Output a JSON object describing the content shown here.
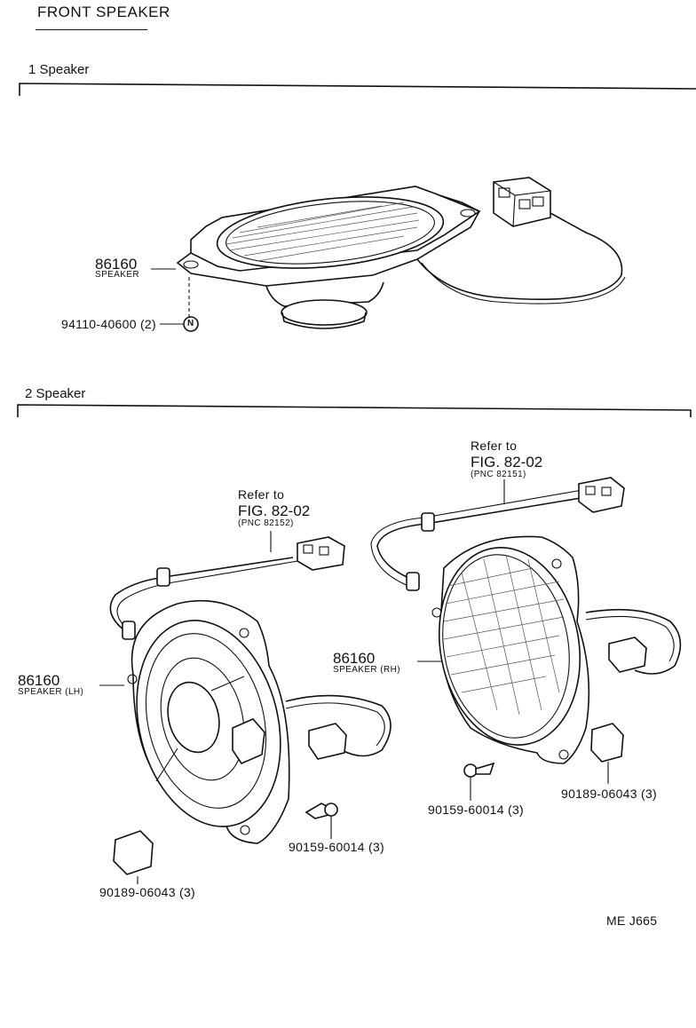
{
  "header": {
    "title": "FRONT SPEAKER"
  },
  "sections": {
    "one": {
      "label": "1 Speaker"
    },
    "two": {
      "label": "2 Speaker"
    }
  },
  "section1": {
    "speaker_pn": "86160",
    "speaker_name": "SPEAKER",
    "nut_pn": "94110-40600 (2)",
    "nut_symbol": "N"
  },
  "section2": {
    "lh": {
      "pn": "86160",
      "name": "SPEAKER (LH)",
      "refer": "Refer to",
      "fig": "FIG. 82-02",
      "pnc": "(PNC 82152)",
      "screw": "90159-60014 (3)",
      "clip": "90189-06043 (3)"
    },
    "rh": {
      "pn": "86160",
      "name": "SPEAKER (RH)",
      "refer": "Refer to",
      "fig": "FIG. 82-02",
      "pnc": "(PNC 82151)",
      "screw": "90159-60014 (3)",
      "clip": "90189-06043 (3)"
    }
  },
  "footer": {
    "code": "ME  J665"
  }
}
